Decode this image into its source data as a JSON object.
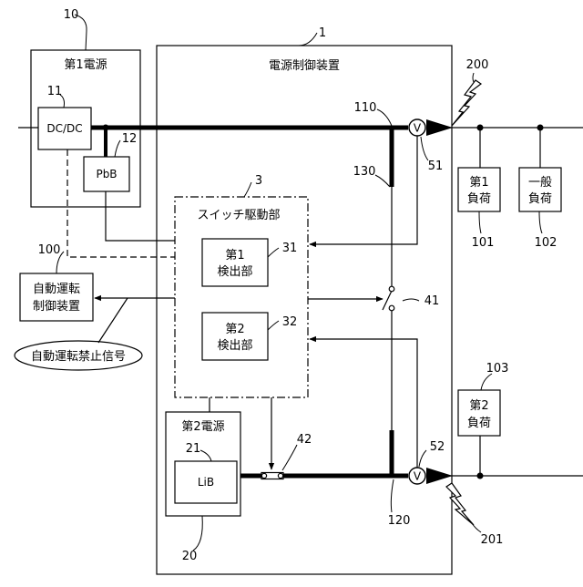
{
  "labels": {
    "device_title": "電源制御装置",
    "power1_title": "第1電源",
    "dcdc": "DC/DC",
    "pbb": "PbB",
    "switch_driver_title": "スイッチ駆動部",
    "detector1_line1": "第1",
    "detector1_line2": "検出部",
    "detector2_line1": "第2",
    "detector2_line2": "検出部",
    "power2_title": "第2電源",
    "lib": "LiB",
    "auto_ctrl_line1": "自動運転",
    "auto_ctrl_line2": "制御装置",
    "prohibit_signal": "自動運転禁止信号",
    "load1_line1": "第1",
    "load1_line2": "負荷",
    "general_load_line1": "一般",
    "general_load_line2": "負荷",
    "load2_line1": "第2",
    "load2_line2": "負荷",
    "voltmeter_symbol": "V"
  },
  "refs": {
    "r1": "1",
    "r3": "3",
    "r10": "10",
    "r11": "11",
    "r12": "12",
    "r20": "20",
    "r21": "21",
    "r31": "31",
    "r32": "32",
    "r41": "41",
    "r42": "42",
    "r51": "51",
    "r52": "52",
    "r100": "100",
    "r101": "101",
    "r102": "102",
    "r103": "103",
    "r110": "110",
    "r120": "120",
    "r130": "130",
    "r200": "200",
    "r201": "201"
  }
}
